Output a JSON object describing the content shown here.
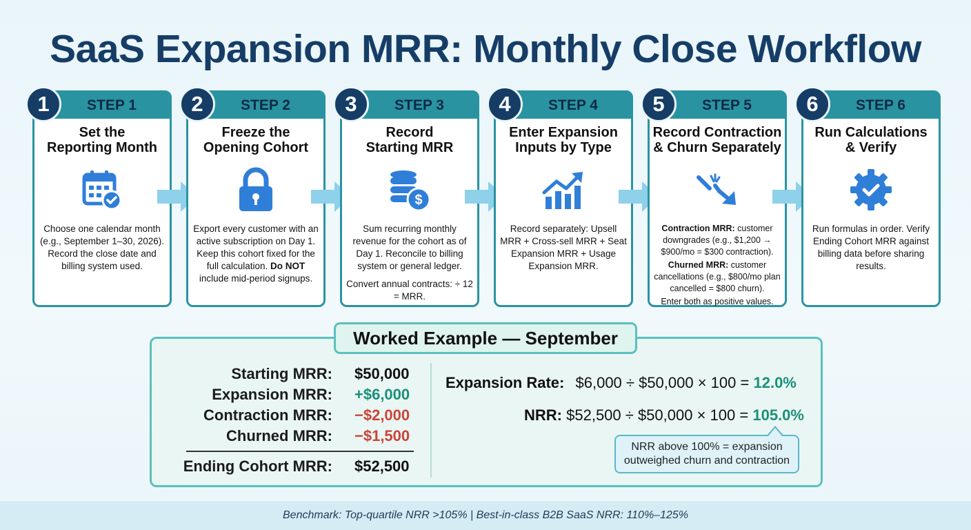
{
  "title": "SaaS Expansion MRR: Monthly Close Workflow",
  "steps": [
    {
      "number": "1",
      "label": "STEP 1",
      "title_line1": "Set the",
      "title_line2": "Reporting Month",
      "icon": "calendar-check-icon",
      "body": "Choose one calendar month (e.g., September 1–30, 2026). Record the close date and billing system used."
    },
    {
      "number": "2",
      "label": "STEP 2",
      "title_line1": "Freeze the",
      "title_line2": "Opening Cohort",
      "icon": "lock-icon",
      "body": "Export every customer with an active subscription on Day 1. Keep this cohort fixed for the full calculation.",
      "body_bold": "Do NOT",
      "body_after": " include mid-period signups."
    },
    {
      "number": "3",
      "label": "STEP 3",
      "title_line1": "Record",
      "title_line2": "Starting MRR",
      "icon": "coins-dollar-icon",
      "body": "Sum recurring monthly revenue for the cohort as of Day 1. Reconcile to billing system or general ledger.",
      "body2": "Convert annual contracts: ÷ 12 = MRR."
    },
    {
      "number": "4",
      "label": "STEP 4",
      "title_line1": "Enter Expansion",
      "title_line2": "Inputs by Type",
      "icon": "bar-chart-up-icon",
      "body": "Record separately: Upsell MRR + Cross-sell MRR + Seat Expansion MRR + Usage Expansion MRR."
    },
    {
      "number": "5",
      "label": "STEP 5",
      "title_line1": "Record Contraction",
      "title_line2": "& Churn Separately",
      "icon": "trend-down-icon",
      "contraction_label": "Contraction MRR:",
      "contraction_text": " customer downgrades (e.g., $1,200 → $900/mo = $300 contraction).",
      "churn_label": "Churned MRR:",
      "churn_text": " customer cancellations (e.g., $800/mo plan cancelled = $800 churn).",
      "body_end": "Enter both as positive values."
    },
    {
      "number": "6",
      "label": "STEP 6",
      "title_line1": "Run Calculations",
      "title_line2": "& Verify",
      "icon": "gear-check-icon",
      "body": "Run formulas in order. Verify Ending Cohort MRR against billing data before sharing results."
    }
  ],
  "example": {
    "title": "Worked Example — September",
    "rows": [
      {
        "label": "Starting MRR:",
        "value": "$50,000"
      },
      {
        "label": "Expansion MRR:",
        "value": "+$6,000"
      },
      {
        "label": "Contraction MRR:",
        "value": "−$2,000"
      },
      {
        "label": "Churned MRR:",
        "value": "−$1,500"
      }
    ],
    "ending": {
      "label": "Ending Cohort MRR:",
      "value": "$52,500"
    },
    "expansion_rate": {
      "label": "Expansion Rate:",
      "formula": "$6,000 ÷ $50,000 × 100 =",
      "result": "12.0%"
    },
    "nrr": {
      "label": "NRR:",
      "formula": "$52,500 ÷ $50,000 × 100 =",
      "result": "105.0%"
    },
    "callout_line1": "NRR above 100% = expansion",
    "callout_line2": "outweighed churn and contraction"
  },
  "footer": "Benchmark: Top-quartile NRR >105% | Best-in-class B2B SaaS NRR: 110%–125%",
  "colors": {
    "navy": "#163d66",
    "teal": "#2a93a1",
    "icon_blue": "#2f7ed8",
    "positive": "#1a8f7a",
    "negative": "#c94438"
  }
}
